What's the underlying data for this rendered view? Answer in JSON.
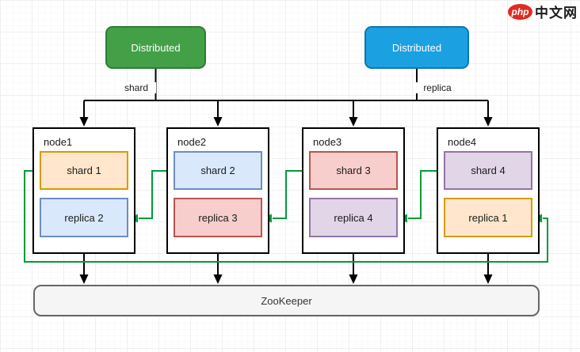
{
  "logo": {
    "badge": "php",
    "title": "中文网"
  },
  "distributed": [
    {
      "label": "Distributed",
      "edge_label": "shard",
      "fill": "#43A047"
    },
    {
      "label": "Distributed",
      "edge_label": "replica",
      "fill": "#1BA1E2"
    }
  ],
  "nodes": [
    {
      "label": "node1",
      "shard": {
        "label": "shard 1",
        "color": "orange"
      },
      "replica": {
        "label": "replica 2",
        "color": "blue"
      }
    },
    {
      "label": "node2",
      "shard": {
        "label": "shard 2",
        "color": "blue"
      },
      "replica": {
        "label": "replica 3",
        "color": "red"
      }
    },
    {
      "label": "node3",
      "shard": {
        "label": "shard 3",
        "color": "red"
      },
      "replica": {
        "label": "replica 4",
        "color": "purple"
      }
    },
    {
      "label": "node4",
      "shard": {
        "label": "shard 4",
        "color": "purple"
      },
      "replica": {
        "label": "replica 1",
        "color": "orange"
      }
    }
  ],
  "zookeeper_label": "ZooKeeper",
  "palette": {
    "orange_fill": "#FFE6CC",
    "orange_stroke": "#D79B00",
    "blue_fill": "#DAE8FC",
    "blue_stroke": "#6C8EBF",
    "red_fill": "#F8CECC",
    "red_stroke": "#B85450",
    "purple_fill": "#E1D5E7",
    "purple_stroke": "#9673A6",
    "distributed_shard_fill": "#43A047",
    "distributed_replica_fill": "#1BA1E2",
    "connector_black": "#000000",
    "connector_green": "#009B3A",
    "zookeeper_fill": "#F5F5F5",
    "zookeeper_stroke": "#666666",
    "logo_red": "#E02B20"
  }
}
